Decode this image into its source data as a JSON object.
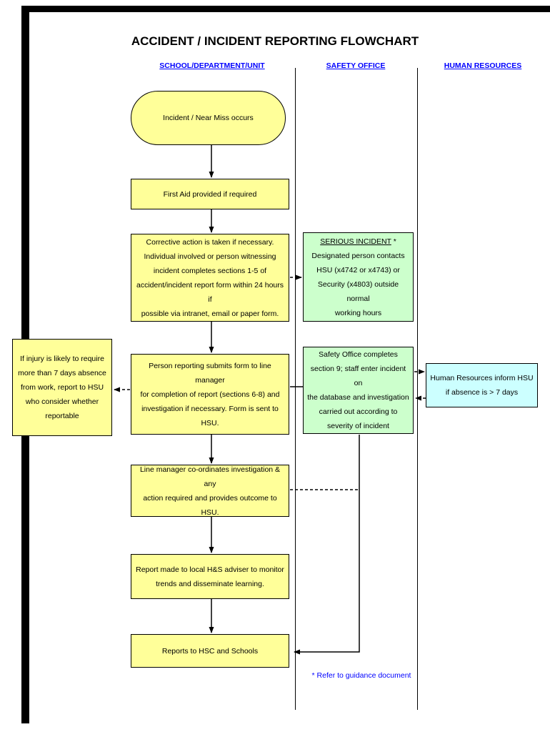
{
  "page": {
    "title": "ACCIDENT / INCIDENT REPORTING FLOWCHART",
    "footnote": "* Refer to guidance document"
  },
  "columns": {
    "school": "SCHOOL/DEPARTMENT/UNIT",
    "safety": "SAFETY OFFICE",
    "hr": "HUMAN RESOURCES"
  },
  "colors": {
    "process_fill": "#FFFF99",
    "safety_fill": "#CCFFCC",
    "hr_fill": "#CCFFFF",
    "header_text": "#0000FF",
    "line": "#000000"
  },
  "nodes": {
    "incident": {
      "text": "Incident / Near Miss occurs"
    },
    "first_aid": {
      "text": "First Aid provided if required"
    },
    "corrective": {
      "lines": [
        "Corrective action is taken if necessary.",
        "Individual involved or person witnessing",
        "incident completes sections 1-5 of",
        "accident/incident report form within 24 hours if",
        "possible via intranet, email or paper form."
      ]
    },
    "serious_incident": {
      "heading": "SERIOUS INCIDENT",
      "heading_suffix": " *",
      "lines": [
        "Designated person contacts",
        "HSU (x4742 or x4743) or",
        "Security (x4803) outside normal",
        "working hours"
      ]
    },
    "injury_report": {
      "lines": [
        "If injury is likely to require",
        "more than 7 days absence",
        "from work, report to HSU",
        "who consider whether",
        "reportable"
      ]
    },
    "person_reporting": {
      "lines": [
        "Person reporting submits form to line manager",
        "for completion of report (sections 6-8) and",
        "investigation if necessary.  Form is sent to",
        "HSU."
      ]
    },
    "safety_office": {
      "lines": [
        "Safety Office completes",
        "section 9; staff enter incident on",
        "the database and investigation",
        "carried out according to",
        "severity of incident"
      ]
    },
    "human_resources": {
      "lines": [
        "Human Resources inform HSU",
        "if absence is > 7 days"
      ]
    },
    "line_manager": {
      "lines": [
        "Line manager co-ordinates investigation & any",
        "action required and provides outcome to HSU."
      ]
    },
    "hs_adviser": {
      "lines": [
        "Report made to local H&S adviser to monitor",
        "trends and disseminate learning."
      ]
    },
    "reports_hsc": {
      "text": "Reports to HSC and Schools"
    }
  }
}
